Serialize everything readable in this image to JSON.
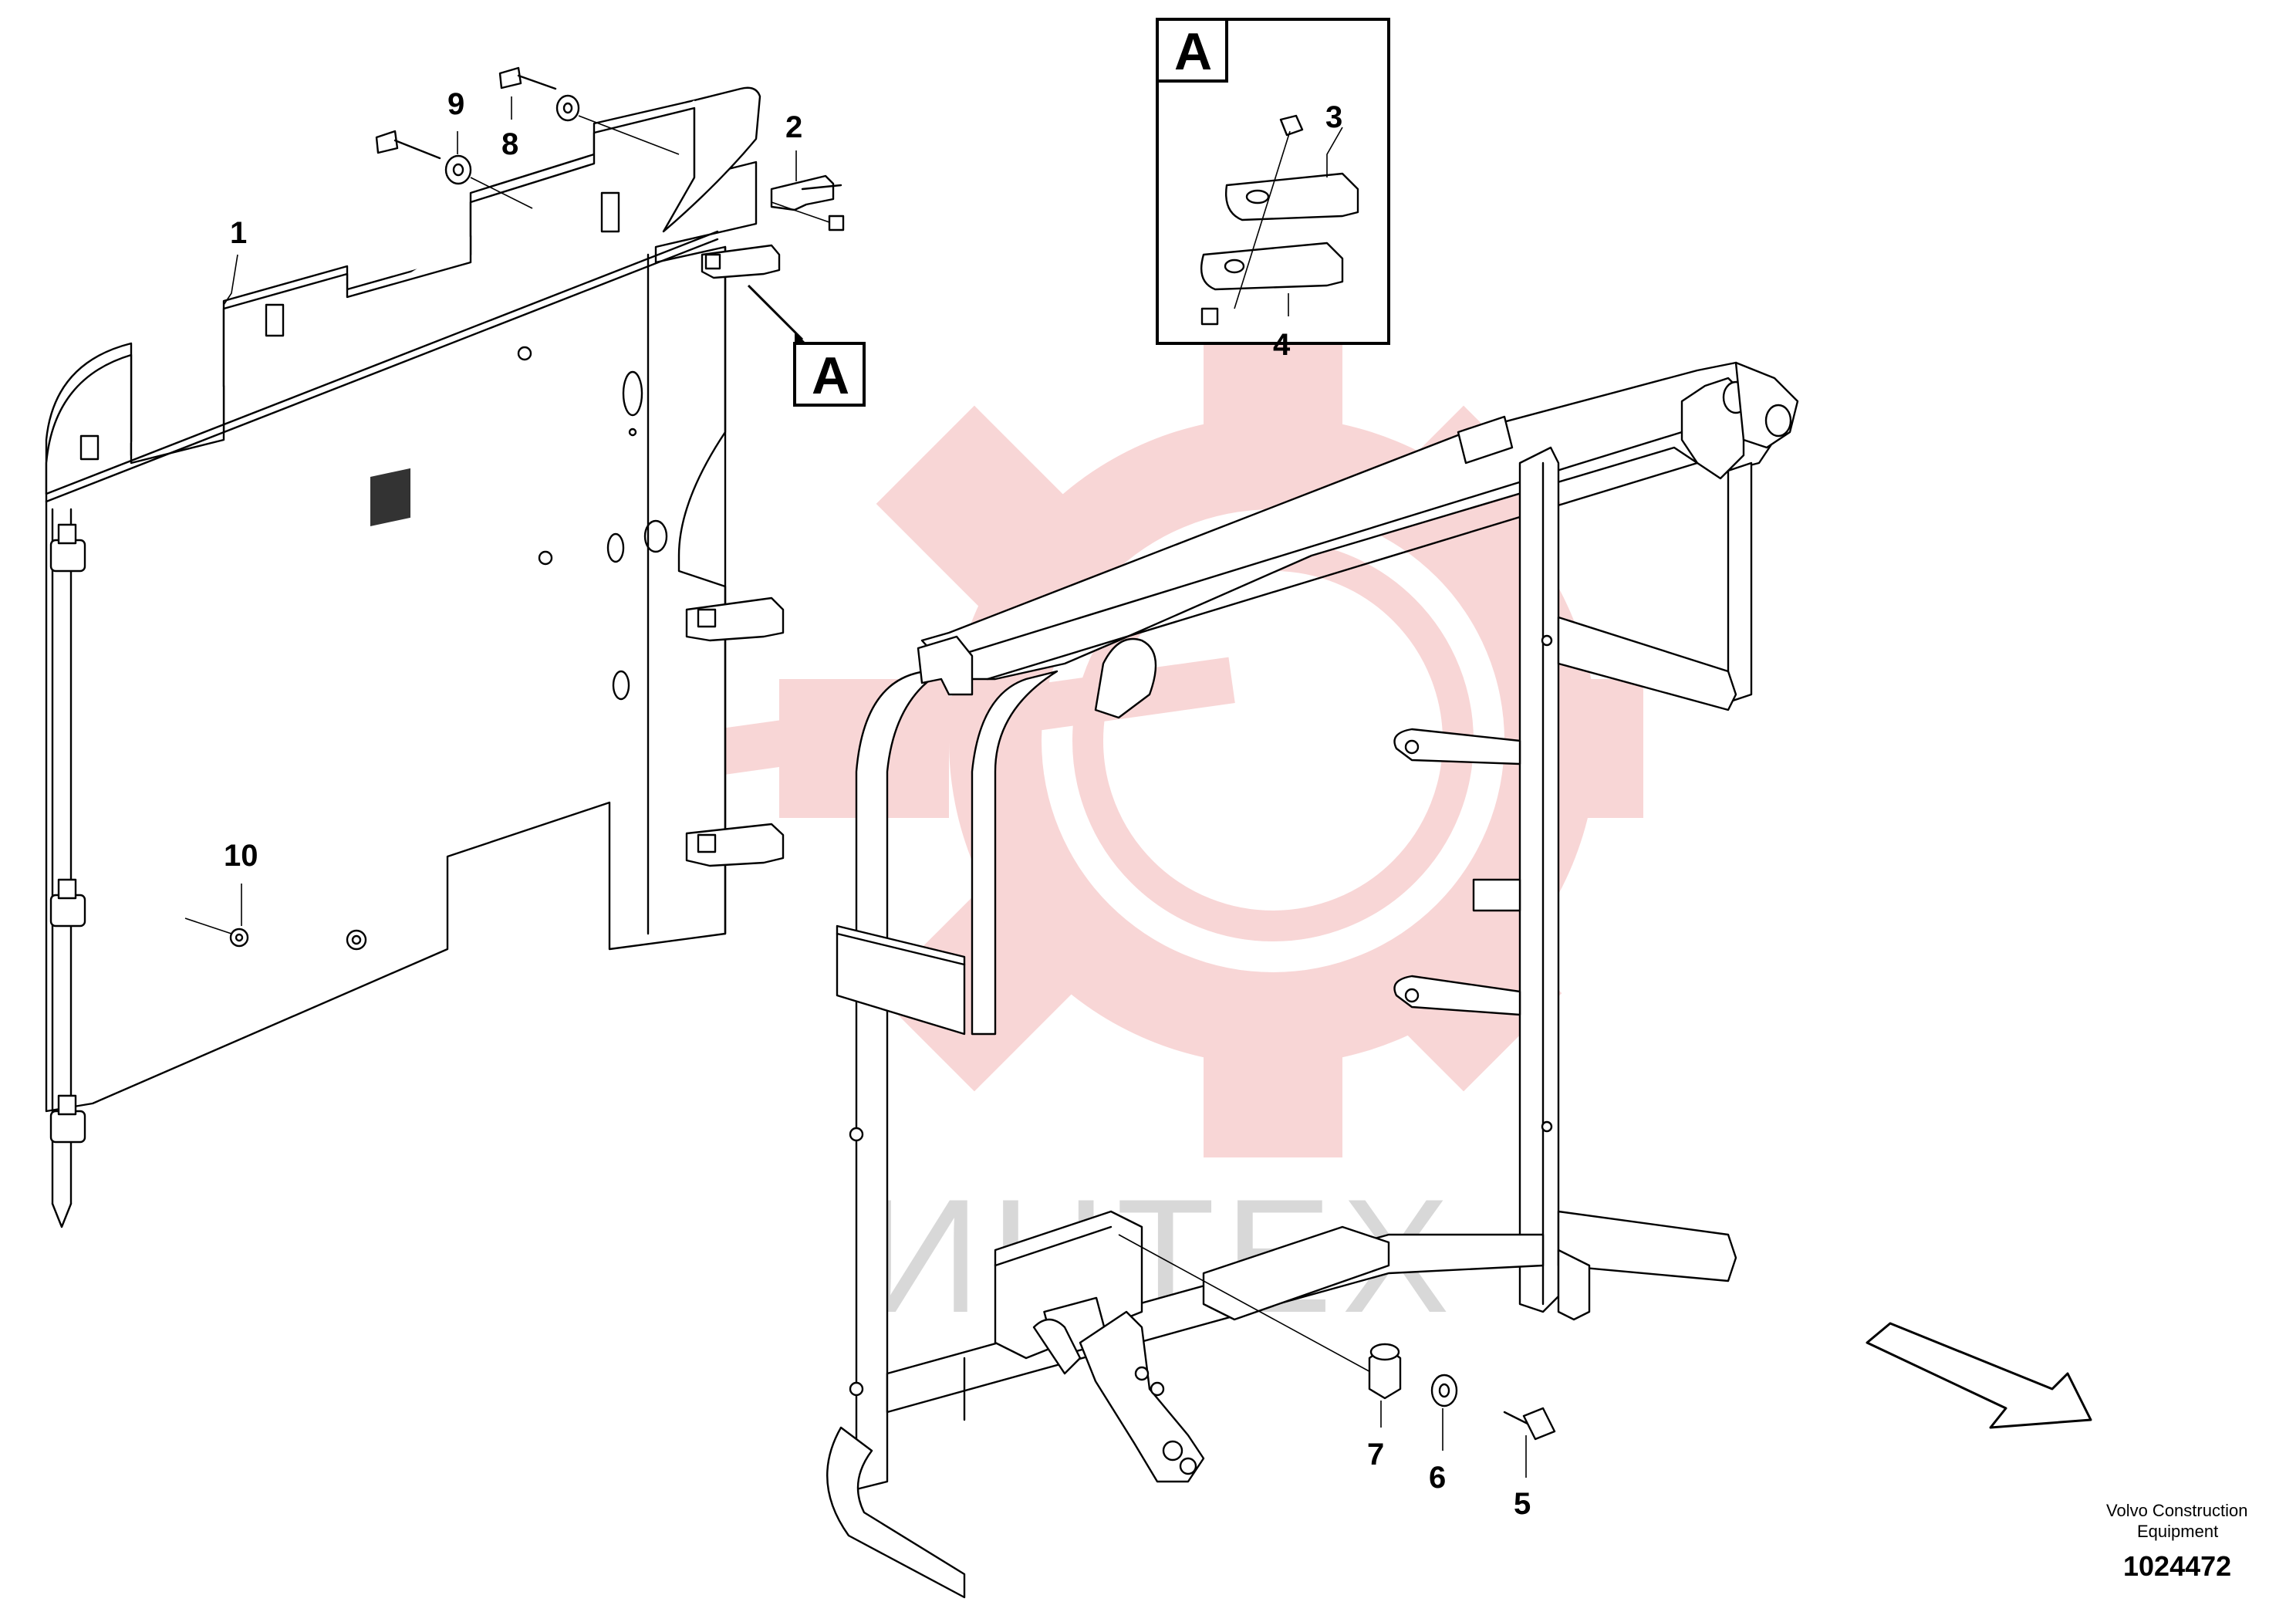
{
  "diagram": {
    "callouts": [
      {
        "id": "1",
        "label": "1"
      },
      {
        "id": "2",
        "label": "2"
      },
      {
        "id": "3",
        "label": "3"
      },
      {
        "id": "4",
        "label": "4"
      },
      {
        "id": "5",
        "label": "5"
      },
      {
        "id": "6",
        "label": "6"
      },
      {
        "id": "7",
        "label": "7"
      },
      {
        "id": "8",
        "label": "8"
      },
      {
        "id": "9",
        "label": "9"
      },
      {
        "id": "10",
        "label": "10"
      }
    ],
    "detail_view": {
      "label": "A"
    },
    "detail_reference": {
      "label": "A"
    }
  },
  "watermark": {
    "text": "ИНТЕХ",
    "color": "#f5c6c6"
  },
  "footer": {
    "brand_line1": "Volvo Construction",
    "brand_line2": "Equipment",
    "drawing_number": "1024472"
  }
}
